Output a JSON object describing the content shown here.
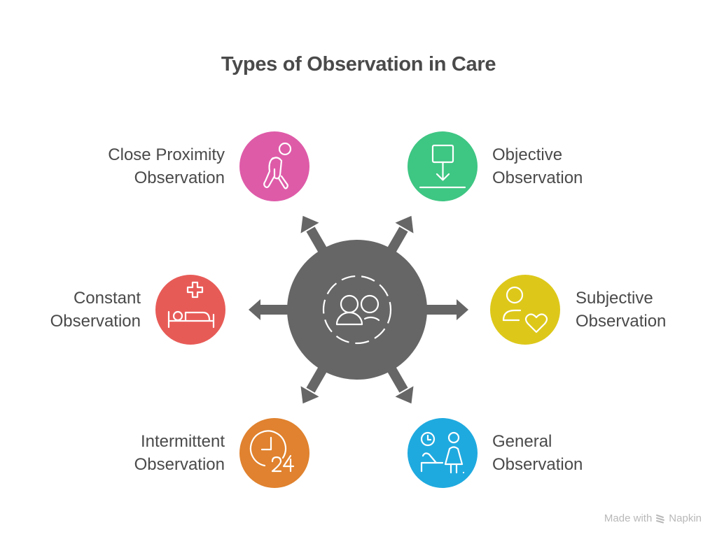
{
  "title": "Types of Observation in Care",
  "center": {
    "icon": "people-group-icon",
    "color": "#666666"
  },
  "nodes": [
    {
      "id": "close-proximity",
      "label_line1": "Close Proximity",
      "label_line2": "Observation",
      "color": "#de5ba8",
      "icon": "person-bending-icon"
    },
    {
      "id": "objective",
      "label_line1": "Objective",
      "label_line2": "Observation",
      "color": "#3ec683",
      "icon": "box-down-arrow-icon"
    },
    {
      "id": "constant",
      "label_line1": "Constant",
      "label_line2": "Observation",
      "color": "#e75b57",
      "icon": "hospital-bed-icon"
    },
    {
      "id": "subjective",
      "label_line1": "Subjective",
      "label_line2": "Observation",
      "color": "#ddc81a",
      "icon": "person-heart-icon"
    },
    {
      "id": "intermittent",
      "label_line1": "Intermittent",
      "label_line2": "Observation",
      "color": "#e0822f",
      "icon": "clock-24-icon"
    },
    {
      "id": "general",
      "label_line1": "General",
      "label_line2": "Observation",
      "color": "#1faadf",
      "icon": "patient-caregiver-icon"
    }
  ],
  "footer": {
    "made_with": "Made with",
    "brand": "Napkin"
  }
}
